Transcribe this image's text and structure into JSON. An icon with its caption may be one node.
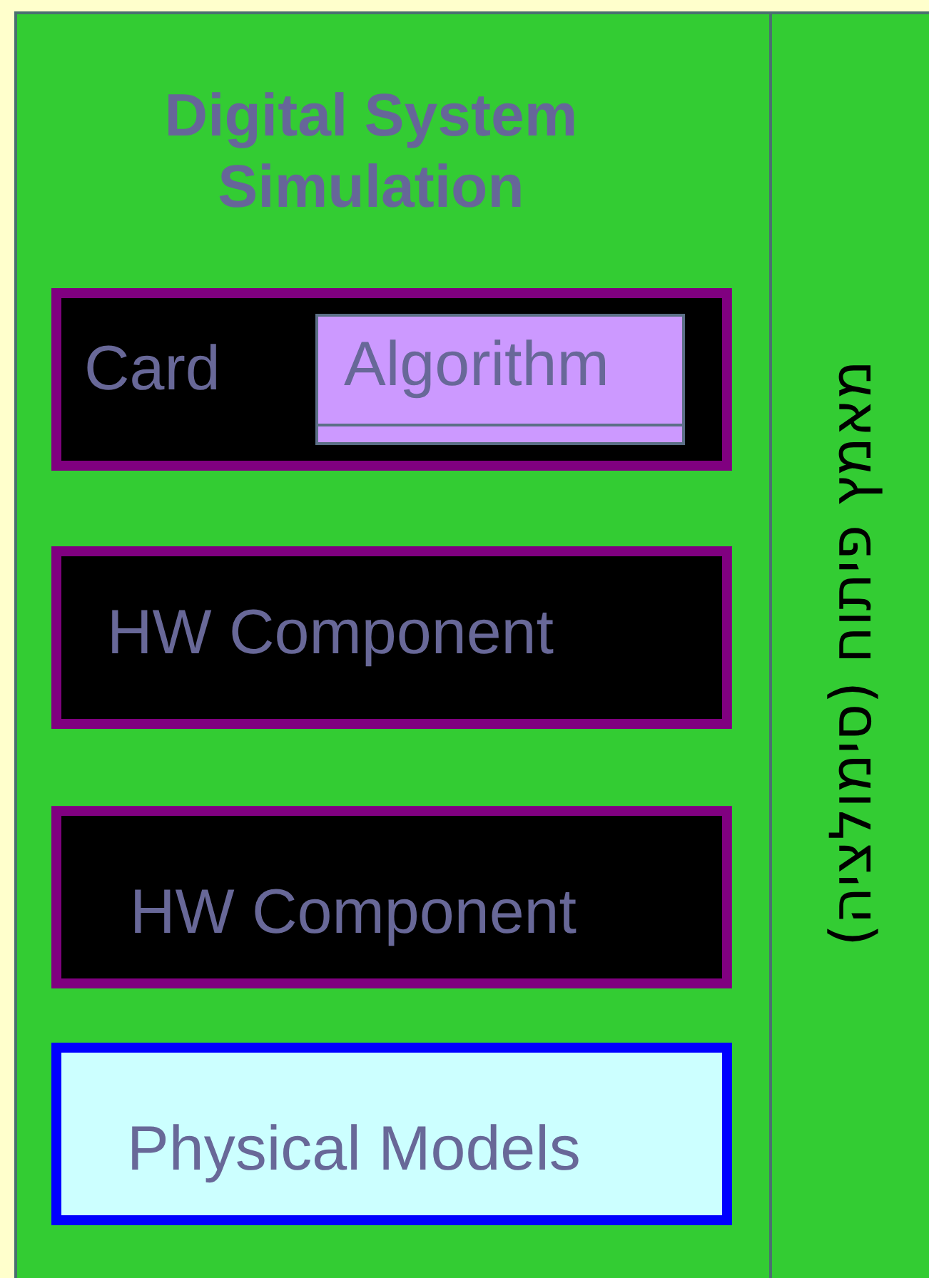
{
  "diagram": {
    "title": "Digital System Simulation",
    "nodes": [
      {
        "text": [
          "Card"
        ]
      },
      {
        "text": [
          "Algorithm"
        ],
        "in": 0
      },
      {
        "text": [
          "HW Component"
        ]
      },
      {
        "text": [
          "HW Component"
        ]
      },
      {
        "text": [
          "Physical Models"
        ]
      },
      {
        "text": [
          "מאמץ פיתוח (סימולציה)"
        ]
      }
    ]
  }
}
